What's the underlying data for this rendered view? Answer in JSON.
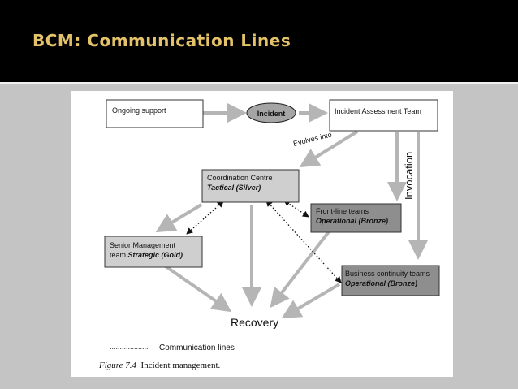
{
  "slide": {
    "title": "BCM: Communication Lines"
  },
  "diagram": {
    "nodes": {
      "ongoing_support": "Ongoing support",
      "incident": "Incident",
      "assessment_team": "Incident Assessment Team",
      "coordination_line1": "Coordination Centre",
      "coordination_line2": "Tactical (Silver)",
      "frontline_line1": "Front-line teams",
      "frontline_line2": "Operational (Bronze)",
      "senior_line1": "Senior Management",
      "senior_line2a": "team ",
      "senior_line2b": "Strategic (Gold)",
      "business_line1": "Business continuity teams",
      "business_line2": "Operational (Bronze)",
      "recovery": "Recovery"
    },
    "labels": {
      "evolves": "Evolves into",
      "invocation": "Invocation"
    },
    "legend": {
      "dots": "...................",
      "label": "Communication lines"
    },
    "caption": {
      "figure": "Figure 7.4",
      "text": "Incident management."
    },
    "colors": {
      "title": "#e3c26a",
      "arrow": "#b5b5b5",
      "box_dark": "#8e8e8e",
      "box_light": "#cfcfcf",
      "incident_fill": "#a5a5a5"
    }
  }
}
